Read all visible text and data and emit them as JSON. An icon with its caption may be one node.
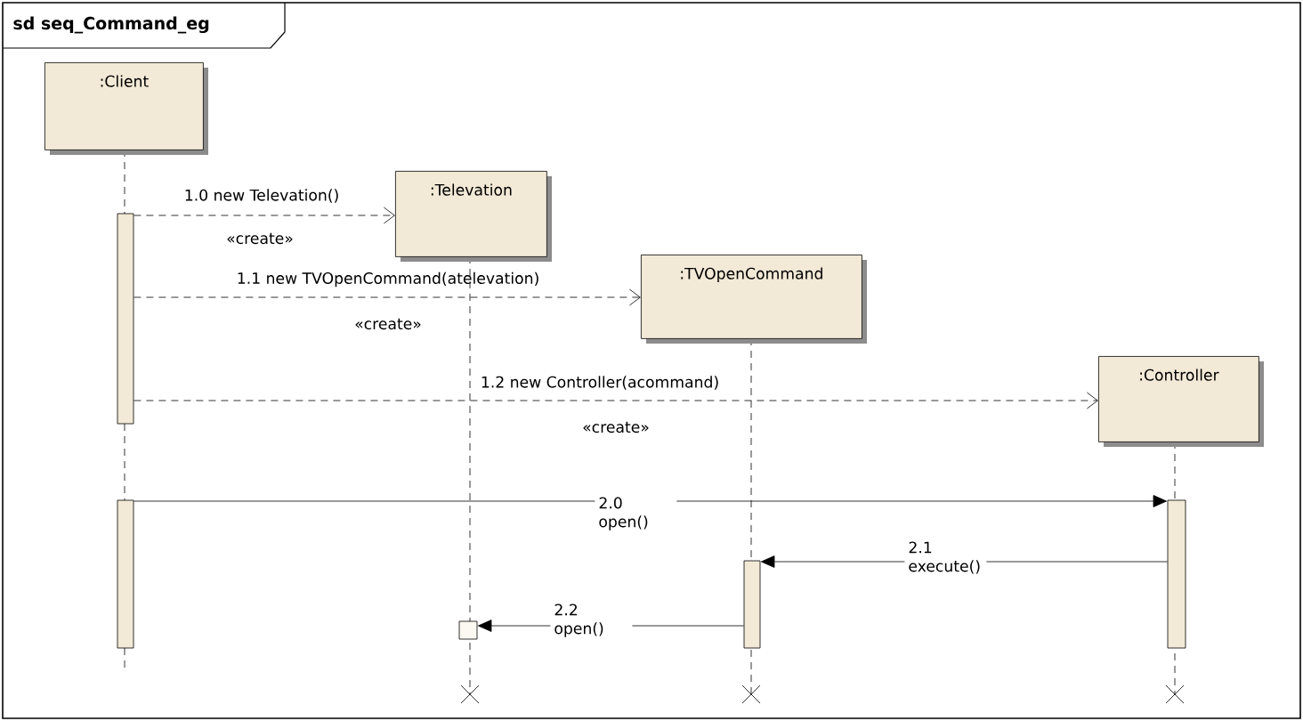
{
  "diagram": {
    "title": "sd seq_Command_eg",
    "nodes": [
      {
        "text": [
          ":Client"
        ]
      },
      {
        "text": [
          ":Televation"
        ]
      },
      {
        "text": [
          ":TVOpenCommand"
        ]
      },
      {
        "text": [
          ":Controller"
        ]
      },
      {
        "text": [],
        "shape": "bar"
      },
      {
        "text": [],
        "shape": "bar"
      },
      {
        "text": [],
        "shape": "bar"
      },
      {
        "text": [],
        "shape": "bar"
      },
      {
        "text": [],
        "shape": "box"
      }
    ],
    "edges": [
      {
        "from": 4,
        "to": 1,
        "arrow": "to",
        "style": "dashed",
        "label": "1.0 new Televation()"
      },
      {
        "from": 4,
        "to": 2,
        "arrow": "to",
        "style": "dashed",
        "label": "1.1 new TVOpenCommand(atelevation)"
      },
      {
        "from": 4,
        "to": 3,
        "arrow": "to",
        "style": "dashed",
        "label": "1.2 new Controller(acommand)"
      },
      {
        "from": 5,
        "to": 6,
        "arrow": "to",
        "label": "2.0 open()"
      },
      {
        "from": 6,
        "to": 7,
        "arrow": "to",
        "label": "2.1 execute()"
      },
      {
        "from": 7,
        "to": 8,
        "arrow": "to",
        "label": "2.2 open()"
      }
    ],
    "labels": [
      "«create»",
      "«create»",
      "«create»"
    ]
  }
}
